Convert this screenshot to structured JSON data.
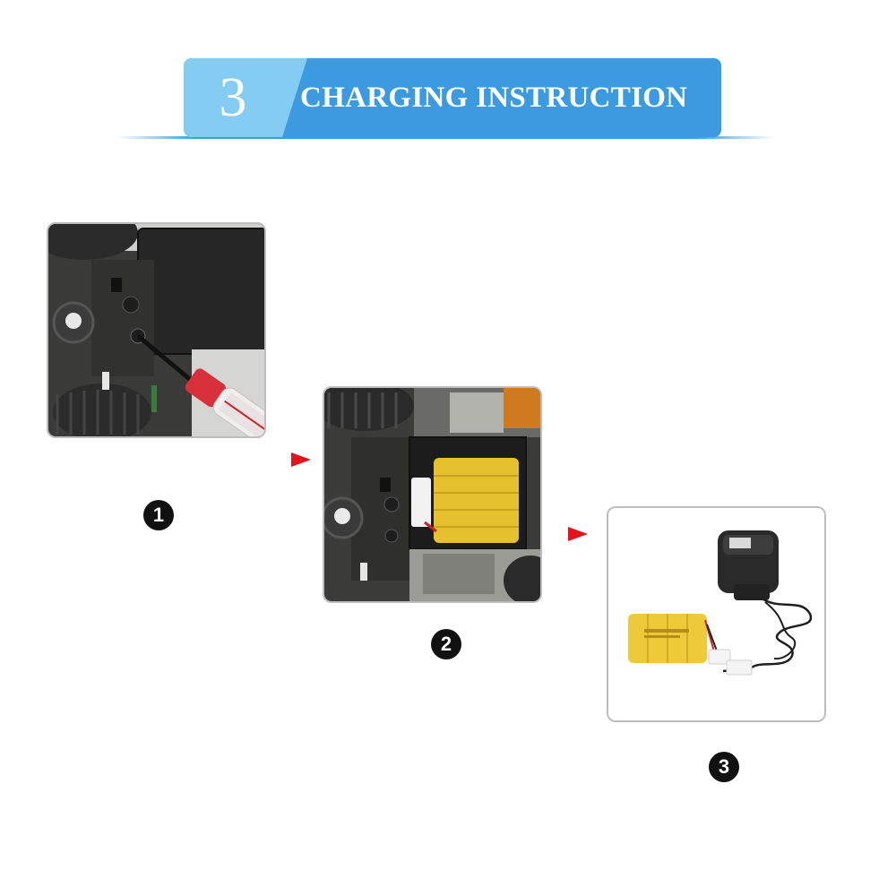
{
  "header": {
    "section_number": "3",
    "title": "CHARGING INSTRUCTION",
    "colors": {
      "number_bg": "#84ccf2",
      "title_bg": "#3c9be0",
      "line": "#3b9de0"
    }
  },
  "steps": [
    {
      "badge": "1",
      "image": "screwdriver-opening-battery-cover"
    },
    {
      "badge": "2",
      "image": "battery-pack-in-compartment"
    },
    {
      "badge": "3",
      "image": "battery-pack-with-charger"
    }
  ],
  "arrow_color": "#e3121b"
}
